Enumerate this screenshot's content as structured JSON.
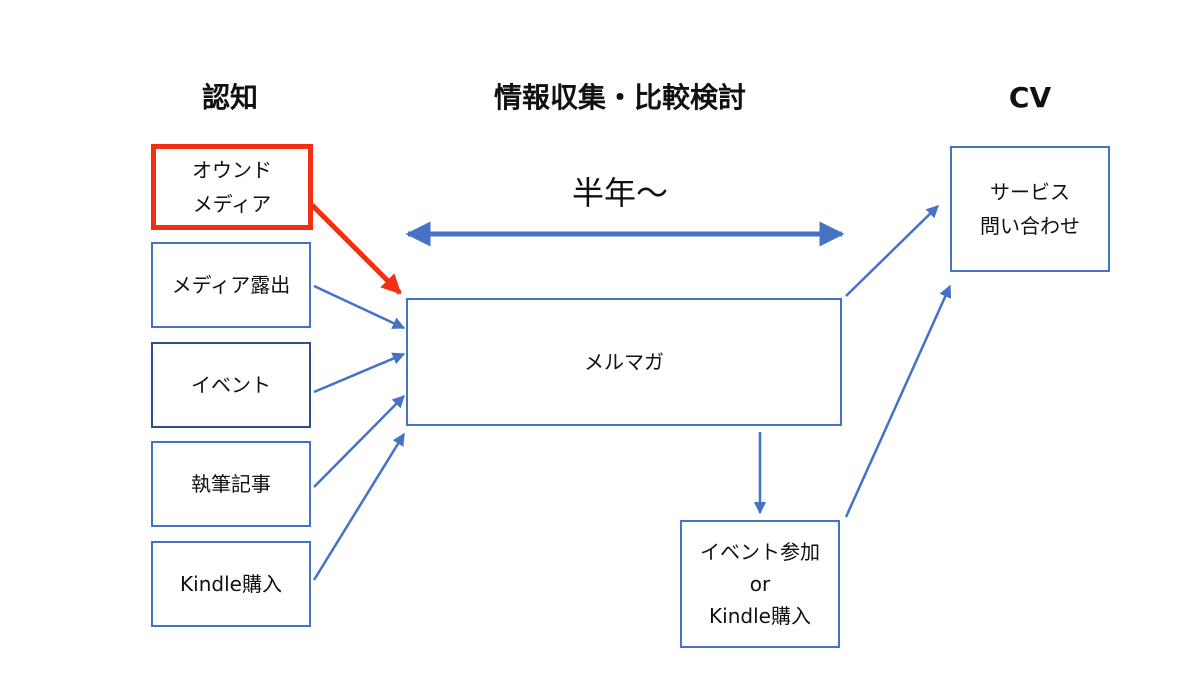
{
  "headings": {
    "awareness": "認知",
    "research": "情報収集・比較検討",
    "cv": "CV"
  },
  "period_label": "半年〜",
  "sources": [
    {
      "label": "オウンド\nメディア",
      "highlighted": true
    },
    {
      "label": "メディア露出",
      "highlighted": false
    },
    {
      "label": "イベント",
      "highlighted": false
    },
    {
      "label": "執筆記事",
      "highlighted": false
    },
    {
      "label": "Kindle購入",
      "highlighted": false
    }
  ],
  "hub": {
    "label": "メルマガ"
  },
  "conversion_step": {
    "label": "イベント参加\nor\nKindle購入"
  },
  "goal": {
    "label": "サービス\n問い合わせ"
  },
  "colors": {
    "box_border": "#4472c4",
    "arrow": "#4472c4",
    "highlight": "#f22f12",
    "text": "#111111"
  }
}
